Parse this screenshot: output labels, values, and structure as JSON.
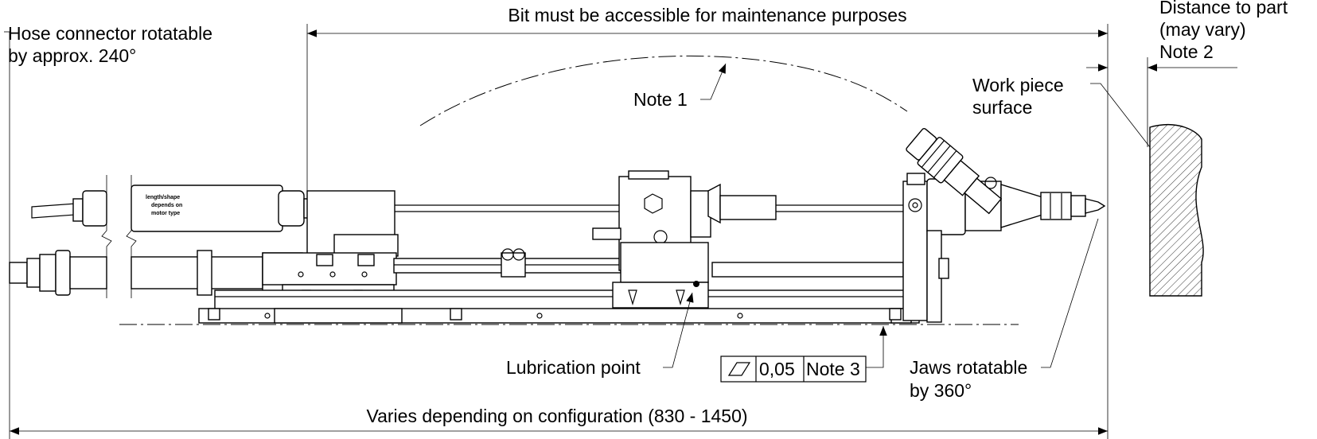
{
  "labels": {
    "top_dimension": "Bit must be accessible for maintenance purposes",
    "hose_line1": "Hose connector rotatable",
    "hose_line2": "by approx. 240°",
    "distance_line1": "Distance to part",
    "distance_line2": "(may vary)",
    "distance_line3": "Note 2",
    "note1": "Note 1",
    "workpiece_line1": "Work piece",
    "workpiece_line2": "surface",
    "motor_line1": "length/shape",
    "motor_line2": "depends on",
    "motor_line3": "motor type",
    "lubrication": "Lubrication point",
    "flatness_value": "0,05",
    "flatness_note": "Note 3",
    "jaws_line1": "Jaws rotatable",
    "jaws_line2": "by 360°",
    "bottom_dimension": "Varies depending on configuration (830 - 1450)"
  }
}
